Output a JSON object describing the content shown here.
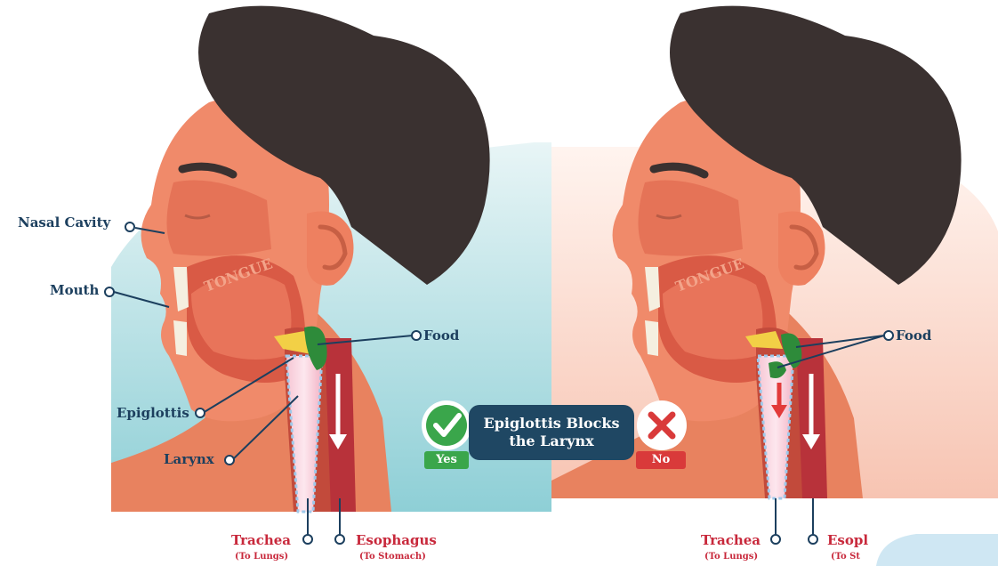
{
  "labels": {
    "nasal_cavity": "Nasal Cavity",
    "mouth": "Mouth",
    "epiglottis": "Epiglottis",
    "larynx": "Larynx",
    "food_left": "Food",
    "food_right": "Food",
    "tongue": "TONGUE",
    "trachea_left": "Trachea",
    "trachea_left_sub": "(To Lungs)",
    "esophagus_left": "Esophagus",
    "esophagus_left_sub": "(To Stomach)",
    "trachea_right": "Trachea",
    "trachea_right_sub": "(To Lungs)",
    "esophagus_right": "Esopl",
    "esophagus_right_sub": "(To St"
  },
  "banner": {
    "text": "Epiglottis Blocks the Larynx",
    "yes_label": "Yes",
    "no_label": "No"
  },
  "icons": [
    "check-icon",
    "cross-icon"
  ],
  "colors": {
    "label_blue": "#1c3f5e",
    "label_red": "#c8283b",
    "skin": "#f08a6a",
    "hair": "#3a3130",
    "yes_green": "#3aa64b",
    "no_red": "#d93a3a",
    "banner_navy": "#1f4763",
    "bg_left": "#bfe2e6",
    "bg_right": "#fbe0d6"
  }
}
